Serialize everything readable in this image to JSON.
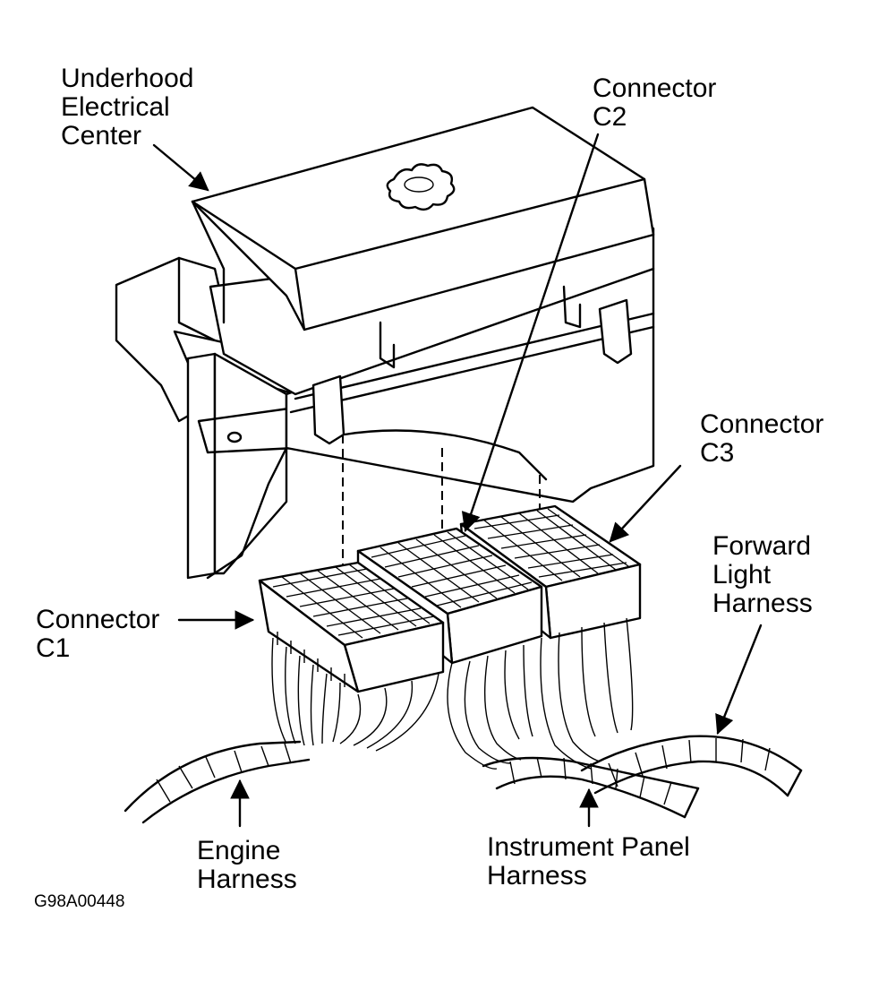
{
  "figure_code": "G98A00448",
  "labels": {
    "underhood": [
      "Underhood",
      "Electrical",
      "Center"
    ],
    "connector_c2": [
      "Connector",
      "C2"
    ],
    "connector_c3": [
      "Connector",
      "C3"
    ],
    "connector_c1": [
      "Connector",
      "C1"
    ],
    "forward_light": [
      "Forward",
      "Light",
      "Harness"
    ],
    "engine": [
      "Engine",
      "Harness"
    ],
    "instrument_panel": [
      "Instrument Panel",
      "Harness"
    ]
  }
}
